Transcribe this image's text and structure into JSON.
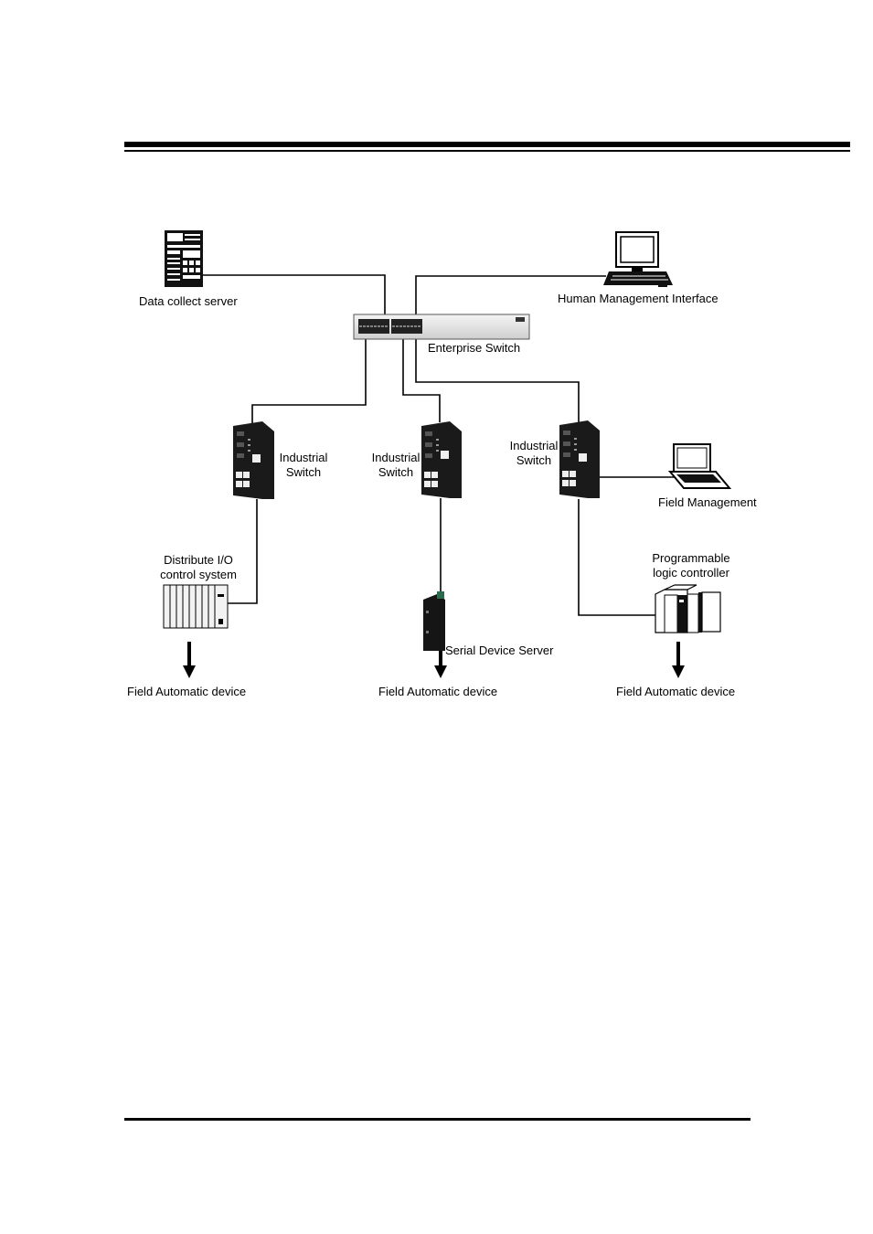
{
  "diagram": {
    "nodes": {
      "data_server": {
        "label": "Data collect server"
      },
      "hmi": {
        "label": "Human Management Interface"
      },
      "enterprise_switch": {
        "label": "Enterprise Switch"
      },
      "industrial_switch_1": {
        "line1": "Industrial",
        "line2": "Switch"
      },
      "industrial_switch_2": {
        "line1": "Industrial",
        "line2": "Switch"
      },
      "industrial_switch_3": {
        "line1": "Industrial",
        "line2": "Switch"
      },
      "field_management": {
        "label": "Field Management"
      },
      "distributed_io": {
        "line1": "Distribute I/O",
        "line2": "control system"
      },
      "serial_device_server": {
        "label": "Serial Device Server"
      },
      "plc": {
        "line1": "Programmable",
        "line2": "logic controller"
      },
      "field_device_1": {
        "label": "Field Automatic device"
      },
      "field_device_2": {
        "label": "Field Automatic device"
      },
      "field_device_3": {
        "label": "Field Automatic device"
      }
    }
  }
}
